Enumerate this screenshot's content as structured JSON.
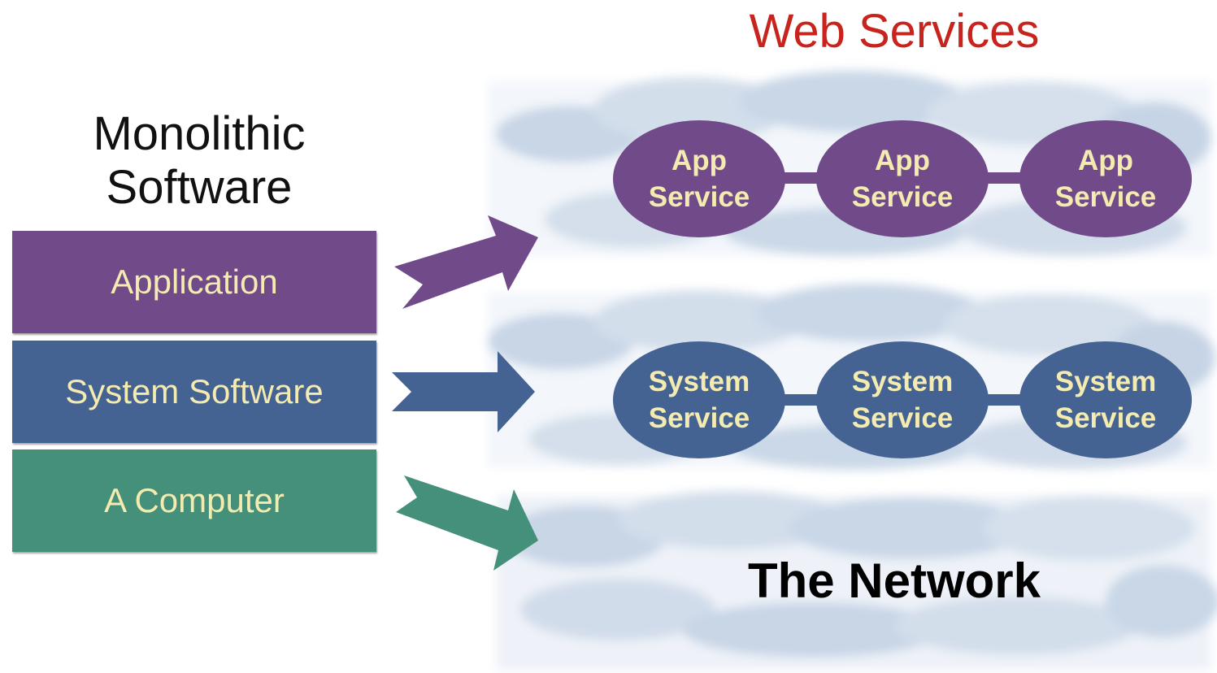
{
  "left": {
    "title_line1": "Monolithic",
    "title_line2": "Software",
    "layers": [
      {
        "label": "Application",
        "color": "#714a89"
      },
      {
        "label": "System Software",
        "color": "#456392"
      },
      {
        "label": "A Computer",
        "color": "#44907a"
      }
    ]
  },
  "right": {
    "title": "Web Services",
    "title_color": "#c8231c",
    "app_services": [
      {
        "line1": "App",
        "line2": "Service"
      },
      {
        "line1": "App",
        "line2": "Service"
      },
      {
        "line1": "App",
        "line2": "Service"
      }
    ],
    "system_services": [
      {
        "line1": "System",
        "line2": "Service"
      },
      {
        "line1": "System",
        "line2": "Service"
      },
      {
        "line1": "System",
        "line2": "Service"
      }
    ],
    "network_label": "The Network"
  },
  "colors": {
    "app": "#714a89",
    "system": "#456392",
    "computer": "#44907a",
    "label_text": "#f3ebb0",
    "cloud": "#cfdcea"
  }
}
